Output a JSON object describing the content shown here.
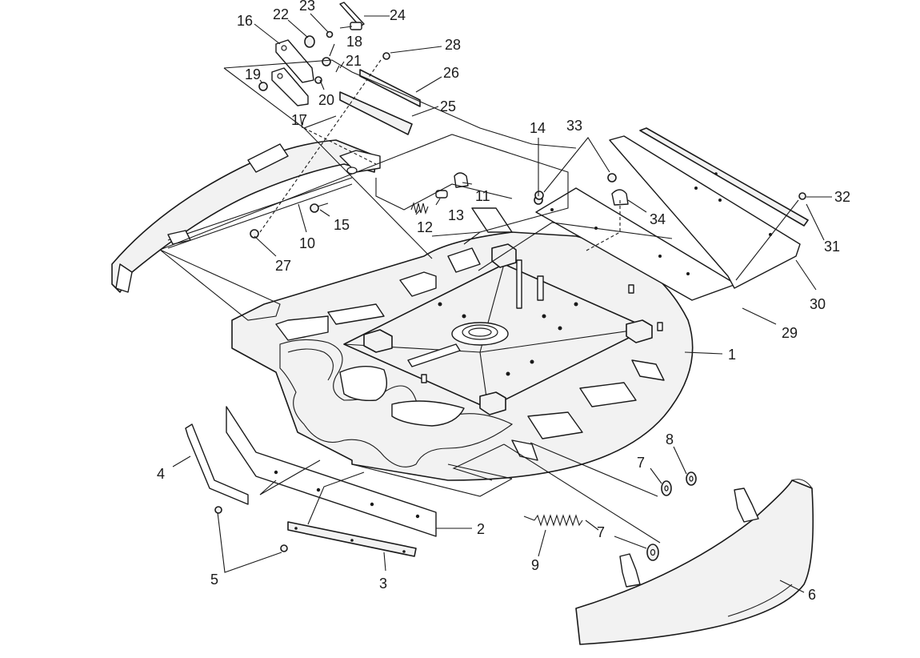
{
  "callouts": [
    {
      "id": "1",
      "label": "1"
    },
    {
      "id": "2",
      "label": "2"
    },
    {
      "id": "3",
      "label": "3"
    },
    {
      "id": "4",
      "label": "4"
    },
    {
      "id": "5",
      "label": "5"
    },
    {
      "id": "6",
      "label": "6"
    },
    {
      "id": "7a",
      "label": "7"
    },
    {
      "id": "7b",
      "label": "7"
    },
    {
      "id": "8",
      "label": "8"
    },
    {
      "id": "9",
      "label": "9"
    },
    {
      "id": "10",
      "label": "10"
    },
    {
      "id": "11",
      "label": "11"
    },
    {
      "id": "12",
      "label": "12"
    },
    {
      "id": "13",
      "label": "13"
    },
    {
      "id": "14",
      "label": "14"
    },
    {
      "id": "15",
      "label": "15"
    },
    {
      "id": "16",
      "label": "16"
    },
    {
      "id": "17",
      "label": "17"
    },
    {
      "id": "18",
      "label": "18"
    },
    {
      "id": "19",
      "label": "19"
    },
    {
      "id": "20",
      "label": "20"
    },
    {
      "id": "21",
      "label": "21"
    },
    {
      "id": "22",
      "label": "22"
    },
    {
      "id": "23",
      "label": "23"
    },
    {
      "id": "24",
      "label": "24"
    },
    {
      "id": "25",
      "label": "25"
    },
    {
      "id": "26",
      "label": "26"
    },
    {
      "id": "27",
      "label": "27"
    },
    {
      "id": "28",
      "label": "28"
    },
    {
      "id": "29",
      "label": "29"
    },
    {
      "id": "30",
      "label": "30"
    },
    {
      "id": "31",
      "label": "31"
    },
    {
      "id": "32",
      "label": "32"
    },
    {
      "id": "33",
      "label": "33"
    },
    {
      "id": "34",
      "label": "34"
    }
  ]
}
